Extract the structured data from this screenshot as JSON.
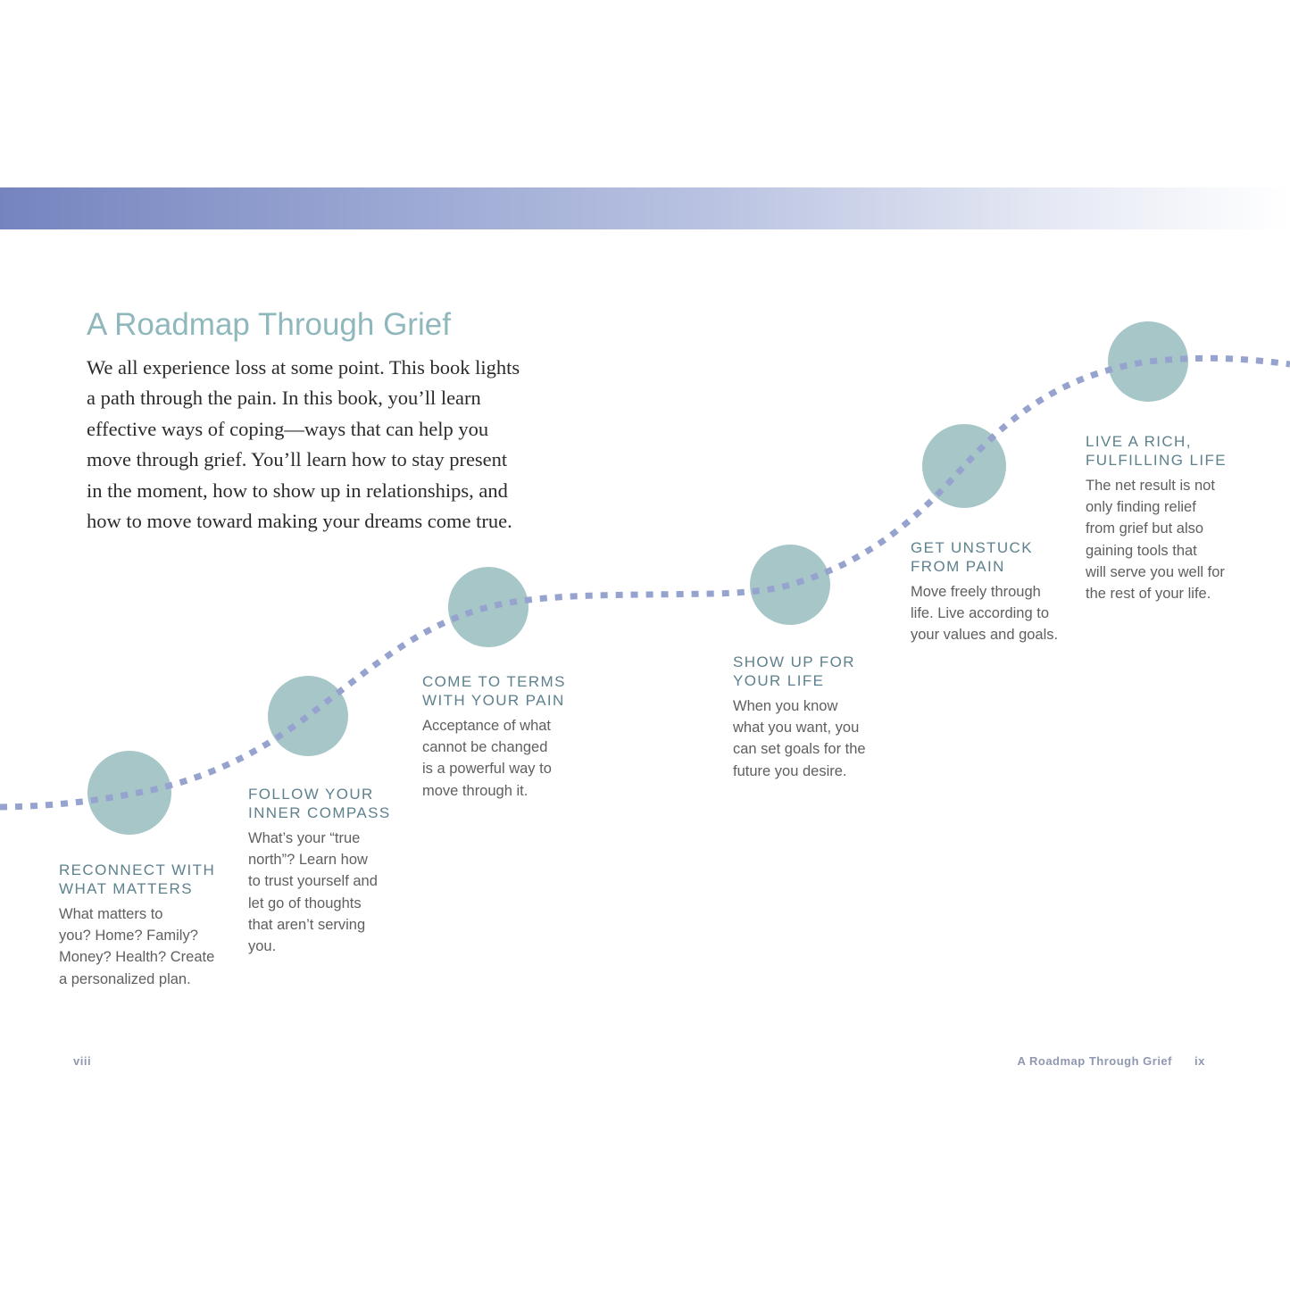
{
  "colors": {
    "band_start": "#7584bf",
    "band_end": "#ffffff",
    "title": "#8fb8bd",
    "circle": "#a7c6c8",
    "path_dots": "#97a3cf",
    "step_heading": "#5e818e",
    "step_text": "#5f5f5f",
    "body_text": "#2b2b2b",
    "folio": "#8f98b0"
  },
  "title": "A Roadmap Through Grief",
  "intro_lines": [
    "We all experience loss at some point. This book lights",
    "a path through the pain. In this book, you’ll learn",
    "effective ways of coping—ways that can help you",
    "move through grief. You’ll learn how to stay present",
    "in the moment, how to show up in relationships, and",
    "how to move toward making your dreams come true."
  ],
  "steps": [
    {
      "heading": [
        "RECONNECT WITH",
        "WHAT MATTERS"
      ],
      "text": [
        "What matters to",
        "you? Home? Family?",
        "Money? Health? Create",
        "a personalized plan."
      ]
    },
    {
      "heading": [
        "FOLLOW YOUR",
        "INNER COMPASS"
      ],
      "text": [
        "What’s your “true",
        "north”? Learn how",
        "to trust yourself and",
        "let go of thoughts",
        "that aren’t serving",
        "you."
      ]
    },
    {
      "heading": [
        "COME TO TERMS",
        "WITH YOUR PAIN"
      ],
      "text": [
        "Acceptance of what",
        "cannot be changed",
        "is a powerful way to",
        "move through it."
      ]
    },
    {
      "heading": [
        "SHOW UP FOR",
        "YOUR LIFE"
      ],
      "text": [
        "When you know",
        "what you want, you",
        "can set goals for the",
        "future you desire."
      ]
    },
    {
      "heading": [
        "GET UNSTUCK",
        "FROM PAIN"
      ],
      "text": [
        "Move freely through",
        "life. Live according to",
        "your values and goals."
      ]
    },
    {
      "heading": [
        "LIVE A RICH,",
        "FULFILLING LIFE"
      ],
      "text": [
        "The net result is not",
        "only finding relief",
        "from grief but also",
        "gaining tools that",
        "will serve you well for",
        "the rest of your life."
      ]
    }
  ],
  "footer": {
    "left_folio": "viii",
    "running_head": "A Roadmap Through Grief",
    "right_folio": "ix"
  }
}
